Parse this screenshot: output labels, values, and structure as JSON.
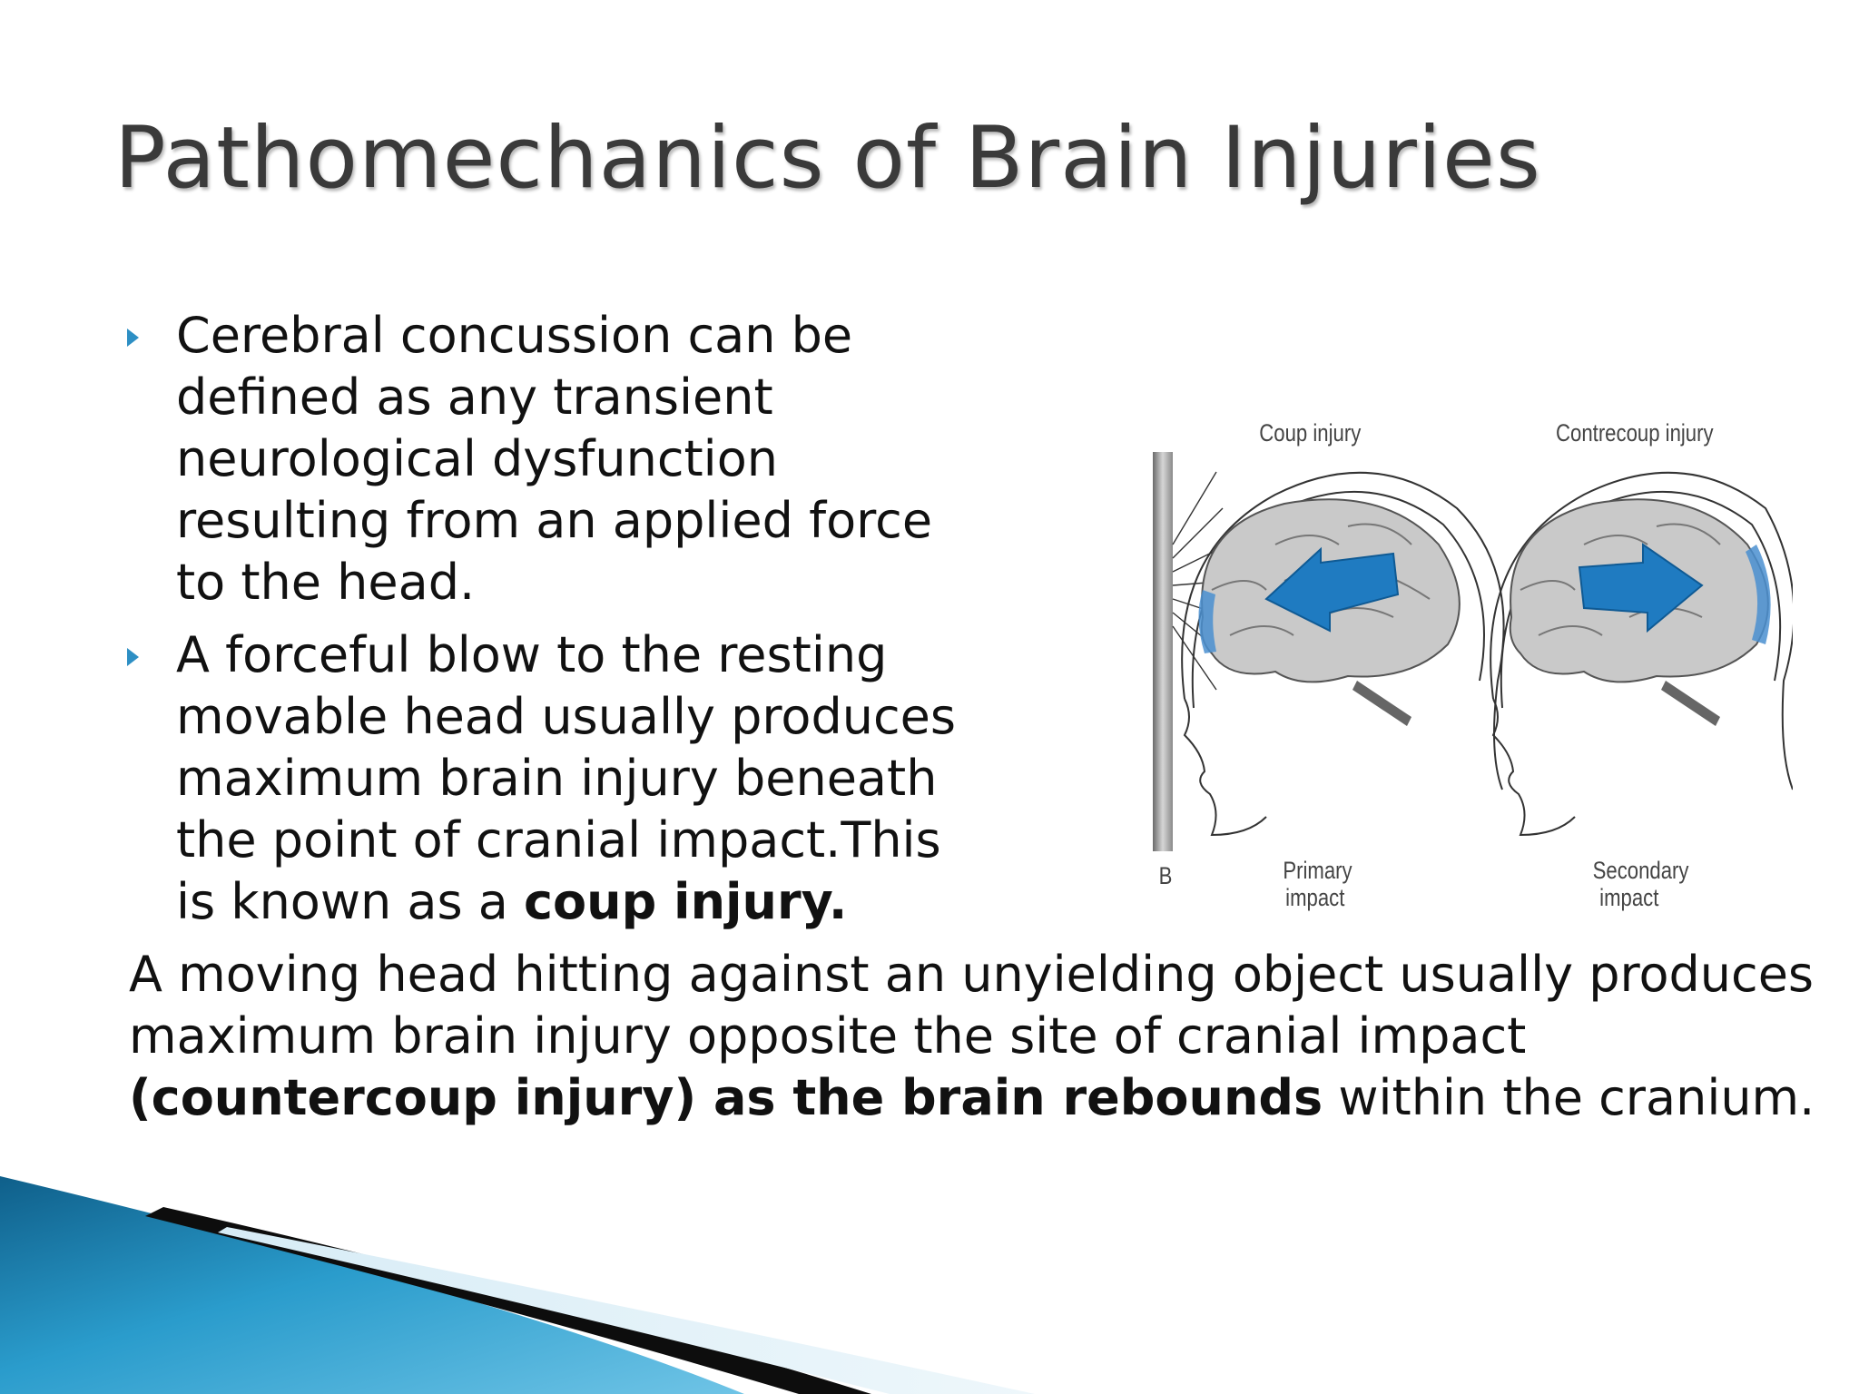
{
  "slide": {
    "title": "Pathomechanics of Brain Injuries",
    "bullets": [
      {
        "text": "Cerebral concussion can be defined as any transient neurological dysfunction resulting from an applied force to the head.",
        "bold": ""
      },
      {
        "text": "A forceful blow to the resting movable head usually produces maximum brain injury beneath the point of cranial impact.This is known as a ",
        "bold": "coup injury."
      }
    ],
    "paragraph": {
      "part1": "A moving head hitting against an unyielding object usually produces maximum brain injury opposite the site of cranial impact ",
      "bold": "(countercoup injury) as the brain rebounds",
      "part2": " within the cranium."
    },
    "figure": {
      "coup_label": "Coup injury",
      "contrecoup_label": "Contrecoup injury",
      "panel_letter": "B",
      "primary_line1": "Primary",
      "primary_line2": "impact",
      "secondary_line1": "Secondary",
      "secondary_line2": "impact"
    },
    "colors": {
      "accent": "#2d8fc4",
      "arrow": "#1f7bc1",
      "brain": "#c9c9c9",
      "bar_dark": "#0d0d0d",
      "bar_blue": "#1e7fae"
    }
  }
}
